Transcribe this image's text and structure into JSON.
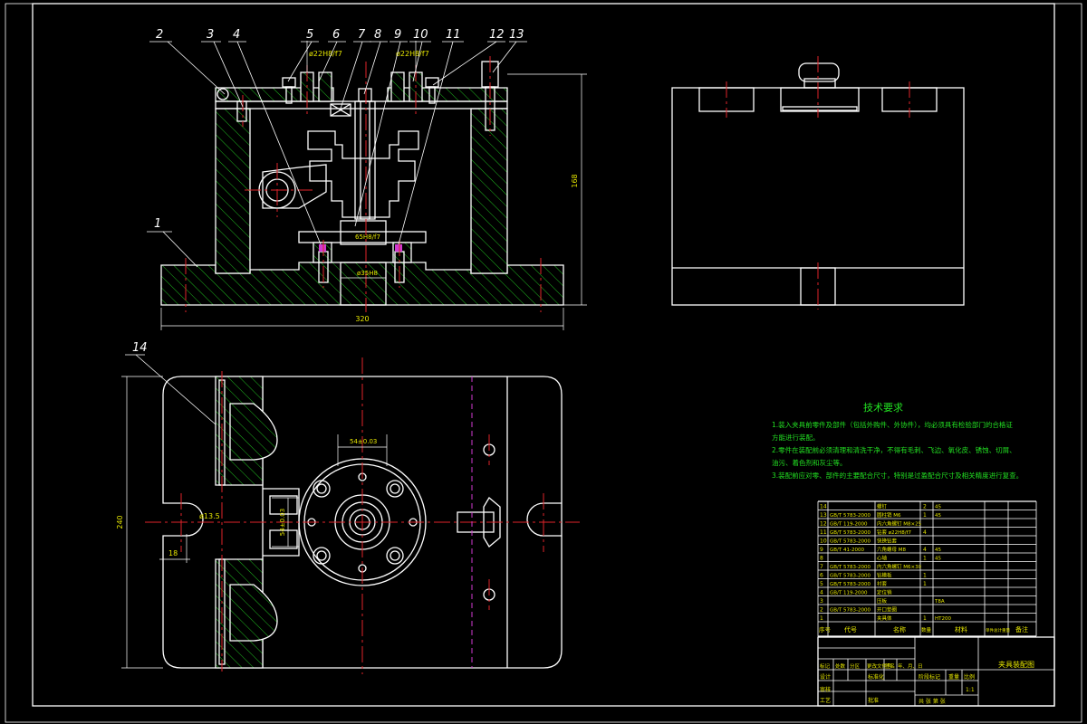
{
  "balloons": [
    "1",
    "2",
    "3",
    "4",
    "5",
    "6",
    "7",
    "8",
    "9",
    "10",
    "11",
    "12",
    "13",
    "14"
  ],
  "dims": {
    "front_width": "320",
    "front_height": "168",
    "dia_top_left": "ø22H8/f7",
    "dia_top_right": "ø22H8/f7",
    "dia_mid": "65H8/f7",
    "dia_bottom": "ø35H8",
    "plan_height": "240",
    "plan_slot": "ø13.5",
    "plan_left": "18",
    "plan_pattern": "54±0.03",
    "plan_side": "54±0.03"
  },
  "tech": {
    "title": "技术要求",
    "lines": [
      "1.装入夹具前零件及部件（包括外购件、外协件），均必须具有检验部门的合格证",
      "方能进行装配。",
      "2.零件在装配前必须清理和清洗干净，不得有毛刺、飞边、氧化皮、锈蚀、切屑、",
      "油污、着色剂和灰尘等。",
      "3.装配前应对零、部件的主要配合尺寸，特别是过盈配合尺寸及相关精度进行复查。"
    ]
  },
  "bom": {
    "rows": [
      {
        "no": "14",
        "code": "",
        "name": "螺钉",
        "qty": "2",
        "mat": "45",
        "note": ""
      },
      {
        "no": "13",
        "code": "GB/T 5783-2000",
        "name": "圆柱销 M6",
        "qty": "1",
        "mat": "45",
        "note": ""
      },
      {
        "no": "12",
        "code": "GB/T 119-2000",
        "name": "内六角螺钉 M8×25",
        "qty": "",
        "mat": "",
        "note": ""
      },
      {
        "no": "11",
        "code": "GB/T 5783-2000",
        "name": "钻套 ø22H8/f7",
        "qty": "4",
        "mat": "",
        "note": ""
      },
      {
        "no": "10",
        "code": "GB/T 5783-2000",
        "name": "快换钻套",
        "qty": "",
        "mat": "",
        "note": ""
      },
      {
        "no": "9",
        "code": "GB/T 41-2000",
        "name": "六角螺母 M8",
        "qty": "4",
        "mat": "45",
        "note": ""
      },
      {
        "no": "8",
        "code": "",
        "name": "心轴",
        "qty": "1",
        "mat": "45",
        "note": ""
      },
      {
        "no": "7",
        "code": "GB/T 5783-2000",
        "name": "内六角螺钉 M6×30",
        "qty": "",
        "mat": "",
        "note": ""
      },
      {
        "no": "6",
        "code": "GB/T 5783-2000",
        "name": "钻模板",
        "qty": "1",
        "mat": "",
        "note": ""
      },
      {
        "no": "5",
        "code": "GB/T 5783-2000",
        "name": "衬套",
        "qty": "1",
        "mat": "",
        "note": ""
      },
      {
        "no": "4",
        "code": "GB/T 119-2000",
        "name": "定位销",
        "qty": "",
        "mat": "",
        "note": ""
      },
      {
        "no": "3",
        "code": "",
        "name": "压板",
        "qty": "",
        "mat": "T8A",
        "note": ""
      },
      {
        "no": "2",
        "code": "GB/T 5783-2000",
        "name": "开口垫圈",
        "qty": "",
        "mat": "",
        "note": ""
      },
      {
        "no": "1",
        "code": "",
        "name": "夹具体",
        "qty": "1",
        "mat": "HT200",
        "note": ""
      }
    ],
    "header": {
      "no": "序号",
      "code": "代号",
      "name": "名称",
      "qty": "数量",
      "mat": "材料",
      "weight": "单件总计重量",
      "note": "备注"
    }
  },
  "title_block": {
    "name": "夹具装配图",
    "stage": "阶段标记",
    "weight": "重量",
    "scale": "比例",
    "scale_value": "1:1",
    "labels": [
      "标记",
      "处数",
      "分区",
      "更改文件号",
      "签名",
      "年、月、日"
    ],
    "design": "设计",
    "check": "审核",
    "process": "工艺",
    "standard": "标准化",
    "approve": "批准",
    "sheet": "共  张  第  张"
  }
}
